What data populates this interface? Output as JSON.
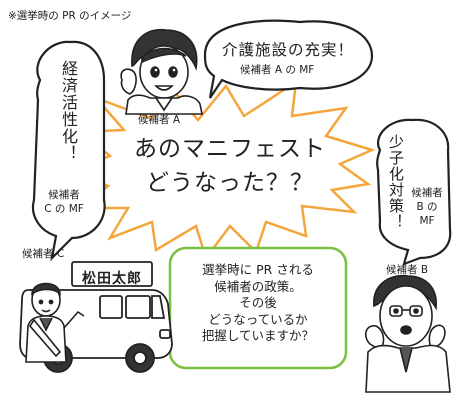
{
  "note": "※選挙時の PR のイメージ",
  "center": {
    "line1": "あのマニフェスト",
    "line2": "どうなった？？"
  },
  "question": {
    "text": "選挙時に PR される\n候補者の政策。\nその後\nどうなっているか\n把握していますか？"
  },
  "candidate_a": {
    "label": "候補者 A",
    "manifesto": "介護施設の充実！",
    "mf_label": "候補者 A の MF"
  },
  "candidate_b": {
    "label": "候補者 B",
    "manifesto": "少子化対策！",
    "mf_label": "候補者 B の MF"
  },
  "candidate_c": {
    "label": "候補者 C",
    "manifesto": "経済活性化！",
    "mf_label": "候補者 C の MF",
    "car_sign": "松田太郎"
  },
  "colors": {
    "burst_fill": "#ffffff",
    "burst_stroke": "#f4a53c",
    "question_border": "#7ac043",
    "outline": "#222222"
  }
}
